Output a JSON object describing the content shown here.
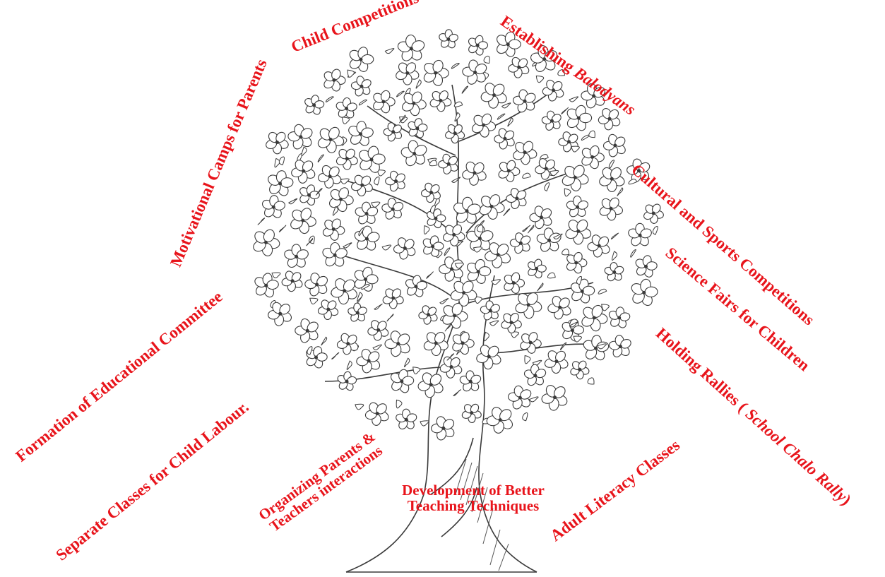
{
  "colors": {
    "label": "#e8141b",
    "ink": "#3a3a3a",
    "bark": "#555555"
  },
  "illustration": "tree-sketch",
  "labels": {
    "child_competitions": "Child Competitions",
    "establishing": "Establishing ",
    "balodyans": "Balodyans",
    "motivational_camps": "Motivational Camps for Parents",
    "cultural_sports": "Cultural and Sports Competitions",
    "science_fairs": "Science Fairs for Children",
    "holding_rallies": "Holding Rallies ( ",
    "school_chalo": "School Chalo Rally",
    "holding_rallies_end": ")",
    "educational_committee": "Formation of Educational Committee",
    "separate_classes": "Separate Classes for Child  Labour.",
    "organizing_line1": "Organizing Parents  &",
    "organizing_line2": "Teachers interactions",
    "development_line1": "Development of Better",
    "development_line2": "Teaching Techniques",
    "adult_literacy": "Adult Literacy Classes"
  }
}
